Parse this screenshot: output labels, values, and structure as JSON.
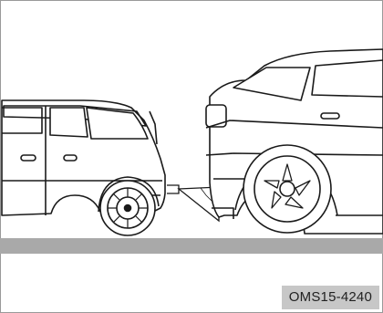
{
  "figure": {
    "code": "OMS15-4240",
    "colors": {
      "background": "#ffffff",
      "line": "#1a1a1a",
      "ground": "#a9a9a9",
      "label_bg": "#c7c7c7",
      "label_text": "#222222"
    },
    "elements": {
      "left_car": "small-hatchback",
      "right_car": "suv",
      "sensor_zone": "rear-parking-sensor-area"
    }
  }
}
